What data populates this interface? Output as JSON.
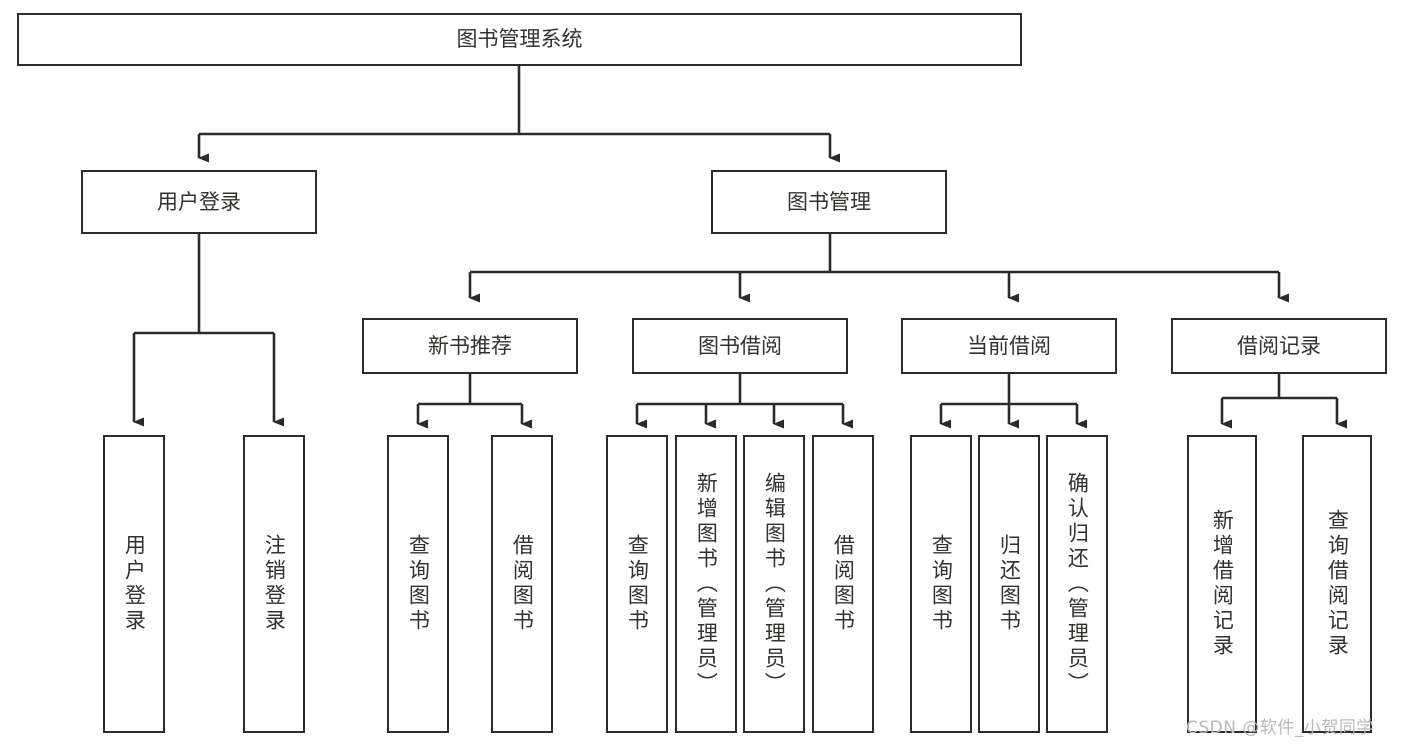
{
  "diagram": {
    "title": "图书管理系统",
    "watermark": "CSDN @软件_小贺同学",
    "colors": {
      "stroke": "#2b2b2b",
      "text": "#33322e",
      "background": "#ffffff",
      "watermark": "#b9b9b9"
    },
    "nodes": {
      "root": {
        "label": "图书管理系统"
      },
      "level2": [
        {
          "label": "用户登录"
        },
        {
          "label": "图书管理"
        }
      ],
      "level3": [
        {
          "label": "新书推荐"
        },
        {
          "label": "图书借阅"
        },
        {
          "label": "当前借阅"
        },
        {
          "label": "借阅记录"
        }
      ],
      "leaves": {
        "user_login": [
          {
            "label": "用户登录"
          },
          {
            "label": "注销登录"
          }
        ],
        "new_book_recommend": [
          {
            "label": "查询图书"
          },
          {
            "label": "借阅图书"
          }
        ],
        "book_borrow": [
          {
            "label": "查询图书"
          },
          {
            "label": "新增图书（管理员）"
          },
          {
            "label": "编辑图书（管理员）"
          },
          {
            "label": "借阅图书"
          }
        ],
        "current_borrow": [
          {
            "label": "查询图书"
          },
          {
            "label": "归还图书"
          },
          {
            "label": "确认归还（管理员）"
          }
        ],
        "borrow_record": [
          {
            "label": "新增借阅记录"
          },
          {
            "label": "查询借阅记录"
          }
        ]
      }
    }
  }
}
